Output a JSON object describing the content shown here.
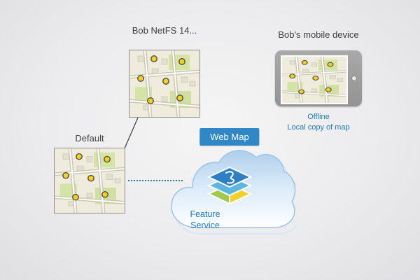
{
  "diagram": {
    "netfs_label": "Bob NetFS 14...",
    "mobile_label": "Bob's mobile device",
    "default_label": "Default",
    "webmap_label": "Web Map",
    "feature_service_label": "Feature Service",
    "offline_line1": "Offline",
    "offline_line2": "Local copy of map"
  },
  "colors": {
    "accent_blue": "#1f7ac1",
    "webmap_badge_bg": "#2f87c5",
    "cloud_fill_top": "#aecfec",
    "cloud_stroke": "#9cc3e6",
    "map_background": "#efecdd",
    "map_point_yellow": "#f6d01c",
    "park_green": "#d3e4a5",
    "connector_gray": "#4f4f4f",
    "label_text": "#3f3f3f",
    "tablet_body": "#9c9c9c"
  }
}
